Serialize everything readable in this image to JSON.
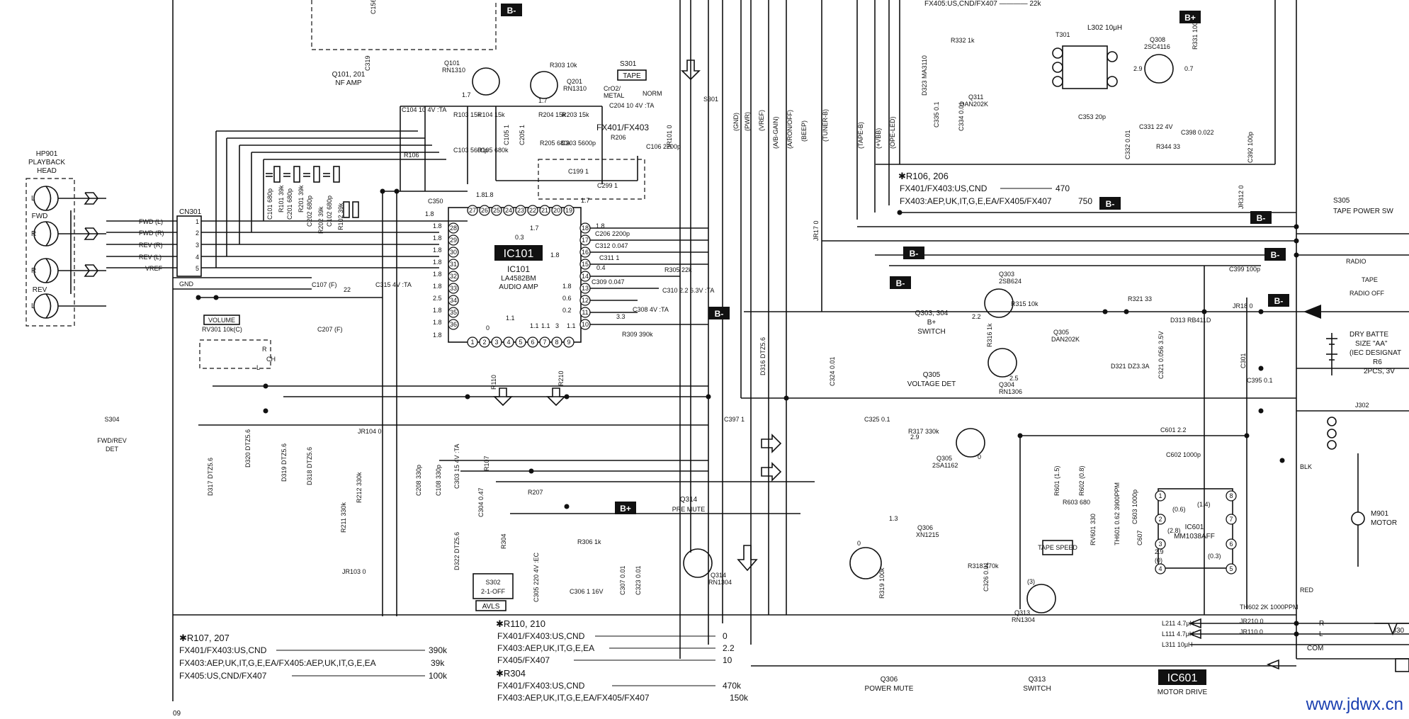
{
  "header": {
    "top_model_note": "FX405:US,CND/FX407 ———— 22k",
    "l302": "L302 10μH"
  },
  "badges": {
    "b_plus": "B+",
    "b_minus": "B-"
  },
  "ic101": {
    "tag": "IC101",
    "part": "IC101",
    "model": "LA4582BM",
    "desc": "AUDIO AMP"
  },
  "ic601": {
    "tag": "IC601",
    "part": "IC601",
    "model": "MM1038AFF",
    "desc": "MOTOR DRIVE"
  },
  "head": {
    "title_1": "HP901",
    "title_2": "PLAYBACK",
    "title_3": "HEAD",
    "fwd": "FWD",
    "rev": "REV",
    "l": "L",
    "r": "R"
  },
  "connector": {
    "name": "CN301",
    "lines": [
      "FWD (L)",
      "FWD (R)",
      "REV (R)",
      "REV (L)",
      "VREF"
    ],
    "pins": [
      "1",
      "2",
      "3",
      "4",
      "5"
    ],
    "gnd": "GND"
  },
  "transistors": {
    "q101_201": "Q101, 201",
    "nf_amp": "NF AMP",
    "q101": "Q101",
    "q101_part": "RN1310",
    "q201": "Q201",
    "q201_part": "RN1310",
    "q303": "Q303",
    "q303_part": "2SB624",
    "q303_304": "Q303, 304",
    "b_switch": "B+",
    "switch": "SWITCH",
    "q305_label": "Q305",
    "voltage_det": "VOLTAGE DET",
    "q304": "Q304",
    "q304_part": "RN1306",
    "q305": "Q305",
    "q305_part": "DAN202K",
    "q305b": "Q305",
    "q305b_part": "2SA1162",
    "q306": "Q306",
    "q306_part": "XN1215",
    "q308": "Q308",
    "q308_part": "2SC4116",
    "q311": "Q311",
    "q311_part": "DAN202K",
    "q313": "Q313",
    "q313_part": "RN1304",
    "q314": "Q314",
    "q314_part": "RN1304",
    "pre_mute": "PRE MUTE",
    "t301": "T301"
  },
  "switches": {
    "s301": "S301",
    "tape": "TAPE",
    "cro2": "CrO2/",
    "metal": "METAL",
    "norm": "NORM",
    "s302": "S302",
    "s302_mode": "2-1-OFF",
    "avls": "AVLS",
    "s304": "S304",
    "fwd_rev": "FWD/REV",
    "det": "DET",
    "s305": "S305",
    "tape_power": "TAPE POWER SW",
    "radio": "RADIO",
    "tape2": "TAPE",
    "radio_off": "RADIO OFF"
  },
  "volume": {
    "label": "VOLUME",
    "part": "RV301 10k(C)",
    "r": "R",
    "l": "L",
    "ch": "CH"
  },
  "battery": {
    "line1": "DRY BATTE",
    "line2": "SIZE \"AA\"",
    "line3": "(IEC DESIGNAT",
    "line4": "R6",
    "line5": "2PCS, 3V"
  },
  "motor": {
    "m901": "M901",
    "motor": "MOTOR",
    "blk": "BLK",
    "red": "RED"
  },
  "output": {
    "j302": "J302",
    "r": "R",
    "l": "L",
    "com": "COM",
    "j30": "J30",
    "l211": "L211 4.7μH",
    "l111": "L111 4.7μH",
    "l311": "L311 10μH",
    "jr210": "JR210 0",
    "jr110": "JR110 0"
  },
  "net_labels": [
    "(GND)",
    "(PWR)",
    "(VREF)",
    "(A/B-GAIN)",
    "(A/RON/OFF)",
    "(BEEP)",
    "(TUNER-B)",
    "(TAPE-B)",
    "(+VBB)",
    "(OPE-LED)"
  ],
  "components": {
    "c104": "C104 10 4V :TA",
    "r103": "R103 15k",
    "r104": "R104 15k",
    "r204": "R204 15k",
    "r203": "R203 15k",
    "c204": "C204 10 4V :TA",
    "r205": "R205 680k",
    "c203": "C203 5600p",
    "r206": "R206",
    "c103": "C103 5600p",
    "r105": "R105 680k",
    "r106": "R106",
    "r303": "R303 10k",
    "c106": "C106 2200p",
    "c199": "C199 1",
    "c299": "C299 1",
    "c350": "C350",
    "c206": "C206 2200p",
    "c312": "C312 0.047",
    "c311": "C311 1",
    "c309": "C309 0.047",
    "r305": "R305 22k",
    "c310": "C310 2.2 6.3V :TA",
    "c308": "C308 4V :TA",
    "c308v": "3.3",
    "r309": "R309 390k",
    "c315": "C315 4V :TA",
    "c107": "C107 (F)",
    "c315v": "22",
    "c207": "C207 (F)",
    "c101": "C101 680p",
    "r101": "R101 39k",
    "c201": "C201 680p",
    "r201": "R201 39k",
    "c202": "C202 680p",
    "r202": "R202 39k",
    "c102": "C102 680p",
    "r102": "R102 39k",
    "jr101": "JR101 0",
    "c105": "C105 1",
    "c205": "C205 1",
    "c319": "C319",
    "c156": "C156",
    "r110": "R110",
    "r210": "R210",
    "jr104": "JR104 0",
    "c397": "C397 1",
    "jr17": "JR17 0",
    "d316": "D316 DTZ5.6",
    "c324": "C324 0.01",
    "c325": "C325 0.1",
    "r317": "R317 330k",
    "r107": "R107",
    "r207": "R207",
    "c303": "C303 15 4V :TA",
    "c108": "C108 330p",
    "c208": "C208 330p",
    "c304": "C304 0.47",
    "r304": "R304",
    "d322": "D322 DTZ5.6",
    "d317": "D317 DTZ5.6",
    "d320": "D320 DTZ5.6",
    "d319": "D319 DTZ5.6",
    "d318": "D318 DTZ5.6",
    "r211": "R211 330k",
    "r212": "R212 330k",
    "jr103": "JR103 0",
    "c305": "C305 220 4V :EC",
    "c306": "C306 1 16V",
    "c307": "C307 0.01",
    "c323": "C323 0.01",
    "r306": "R306 1k",
    "r318": "R318 470k",
    "r319": "R319 100k",
    "c326": "C326 0.01",
    "r332": "R332 1k",
    "d323": "D323 MA3110",
    "c335": "C335 0.1",
    "c334": "C334 0.01",
    "r331": "R331 100k",
    "c353": "C353 20p",
    "c332": "C332 0.01",
    "c331": "C331 22 4V",
    "r344": "R344 33",
    "c398": "C398 0.022",
    "c392": "C392 100p",
    "jr312": "JR312 0",
    "r315": "R315 10k",
    "r316": "R316 1k",
    "r321": "R321 33",
    "d313": "D313 RB411D",
    "d321": "D321 DZ3.3A",
    "c321": "C321 0.056 3.5V",
    "c399": "C399 100p",
    "jr18": "JR18 0",
    "c301": "C301",
    "c395": "C395 0.1",
    "c601": "C601 2.2",
    "c602": "C602 1000p",
    "r601": "R601 (1.5)",
    "r602": "R602 (0.8)",
    "r603": "R603 680",
    "rv601": "RV601 330",
    "th601": "TH601 0.62 3900PPM",
    "c603": "C603 1000p",
    "c607": "C607",
    "tape_speed": "TAPE SPEED",
    "th602": "TH602 2K 1000PPM"
  },
  "voltages": [
    "1.7",
    "1.7",
    "1.8",
    "1.8",
    "0.3",
    "1.7",
    "1.8",
    "1.8",
    "1.7",
    "1.8",
    "1.8",
    "1.8",
    "1.8",
    "1.8",
    "1.8",
    "2.5",
    "1.8",
    "1.8",
    "1.8",
    "1.8",
    "0.4",
    "0",
    "1.1",
    "1.1",
    "1.1",
    "3",
    "1.1",
    "1.8",
    "0.6",
    "0.2",
    "2.2",
    "2.5",
    "2.9",
    "0",
    "1.3",
    "0",
    "2.9",
    "0.7",
    "(1.4)",
    "(0.6)",
    "(2.8)",
    "(0.3)",
    "2.9",
    "(0)",
    "(3)"
  ],
  "notes": {
    "r106_head": "✱R106, 206",
    "r106_l1": "FX401/FX403:US,CND",
    "r106_v1": "470",
    "r106_l2": "FX403:AEP,UK,IT,G,E,EA/FX405/FX407",
    "r106_v2": "750",
    "r107_head": "✱R107, 207",
    "r107_l1": "FX401/FX403:US,CND",
    "r107_v1": "390k",
    "r107_l2": "FX403:AEP,UK,IT,G,E,EA/FX405:AEP,UK,IT,G,E,EA",
    "r107_v2": "39k",
    "r107_l3": "FX405:US,CND/FX407",
    "r107_v3": "100k",
    "r110_head": "✱R110, 210",
    "r110_l1": "FX401/FX403:US,CND",
    "r110_v1": "0",
    "r110_l2": "FX403:AEP,UK,IT,G,E,EA",
    "r110_v2": "2.2",
    "r110_l3": "FX405/FX407",
    "r110_v3": "10",
    "r304_head": "✱R304",
    "r304_l1": "FX401/FX403:US,CND",
    "r304_v1": "470k",
    "r304_l2": "FX403:AEP,UK,IT,G,E,EA/FX405/FX407",
    "r304_v2": "150k",
    "fx401_fx403": "FX401/FX403"
  },
  "footer": {
    "q306_title": "Q306",
    "q306_desc": "POWER MUTE",
    "q313_title": "Q313",
    "q313_desc": "SWITCH",
    "ic601_desc": "MOTOR DRIVE",
    "page": "09",
    "watermark": "www.jdwx.cn"
  },
  "colors": {
    "ink": "#111111",
    "paper": "#ffffff",
    "watermark": "#1a3fb0"
  }
}
